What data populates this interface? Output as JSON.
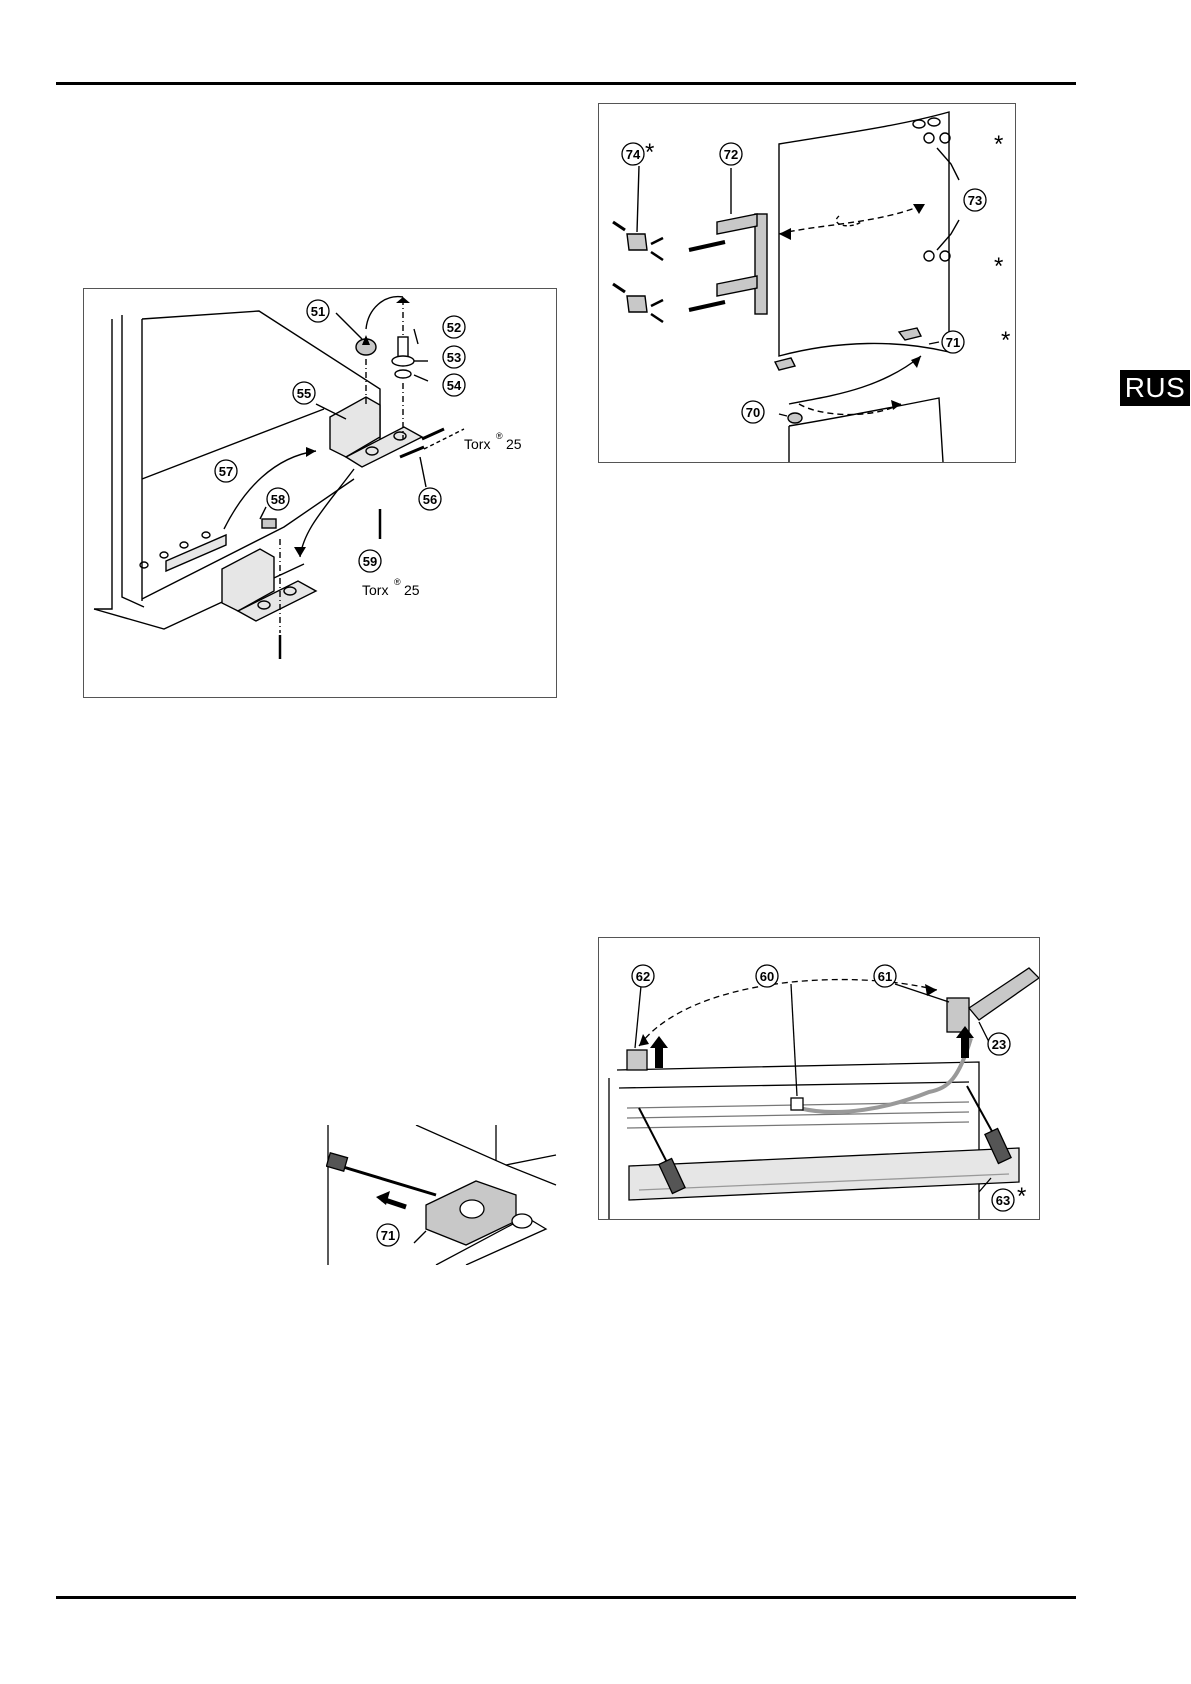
{
  "language_tab": "RUS",
  "figures": {
    "hinge_figure": {
      "callouts": [
        "51",
        "52",
        "53",
        "54",
        "55",
        "56",
        "57",
        "58",
        "59"
      ],
      "torx_label_a": "Torx",
      "torx_sup": "®",
      "torx_size": "25",
      "torx_label_b": "Torx",
      "torx_sup_b": "®",
      "torx_size_b": "25"
    },
    "door_handle_figure": {
      "callouts": [
        "74",
        "72",
        "73",
        "71",
        "70"
      ],
      "asterisk": "*"
    },
    "top_panel_figure": {
      "callouts": [
        "62",
        "60",
        "61",
        "23",
        "63"
      ],
      "asterisk": "*"
    },
    "small_hinge_figure": {
      "callouts": [
        "71"
      ]
    }
  },
  "colors": {
    "ink": "#000000",
    "gray_fill": "#c8c8c8",
    "light_fill": "#e6e6e6"
  }
}
